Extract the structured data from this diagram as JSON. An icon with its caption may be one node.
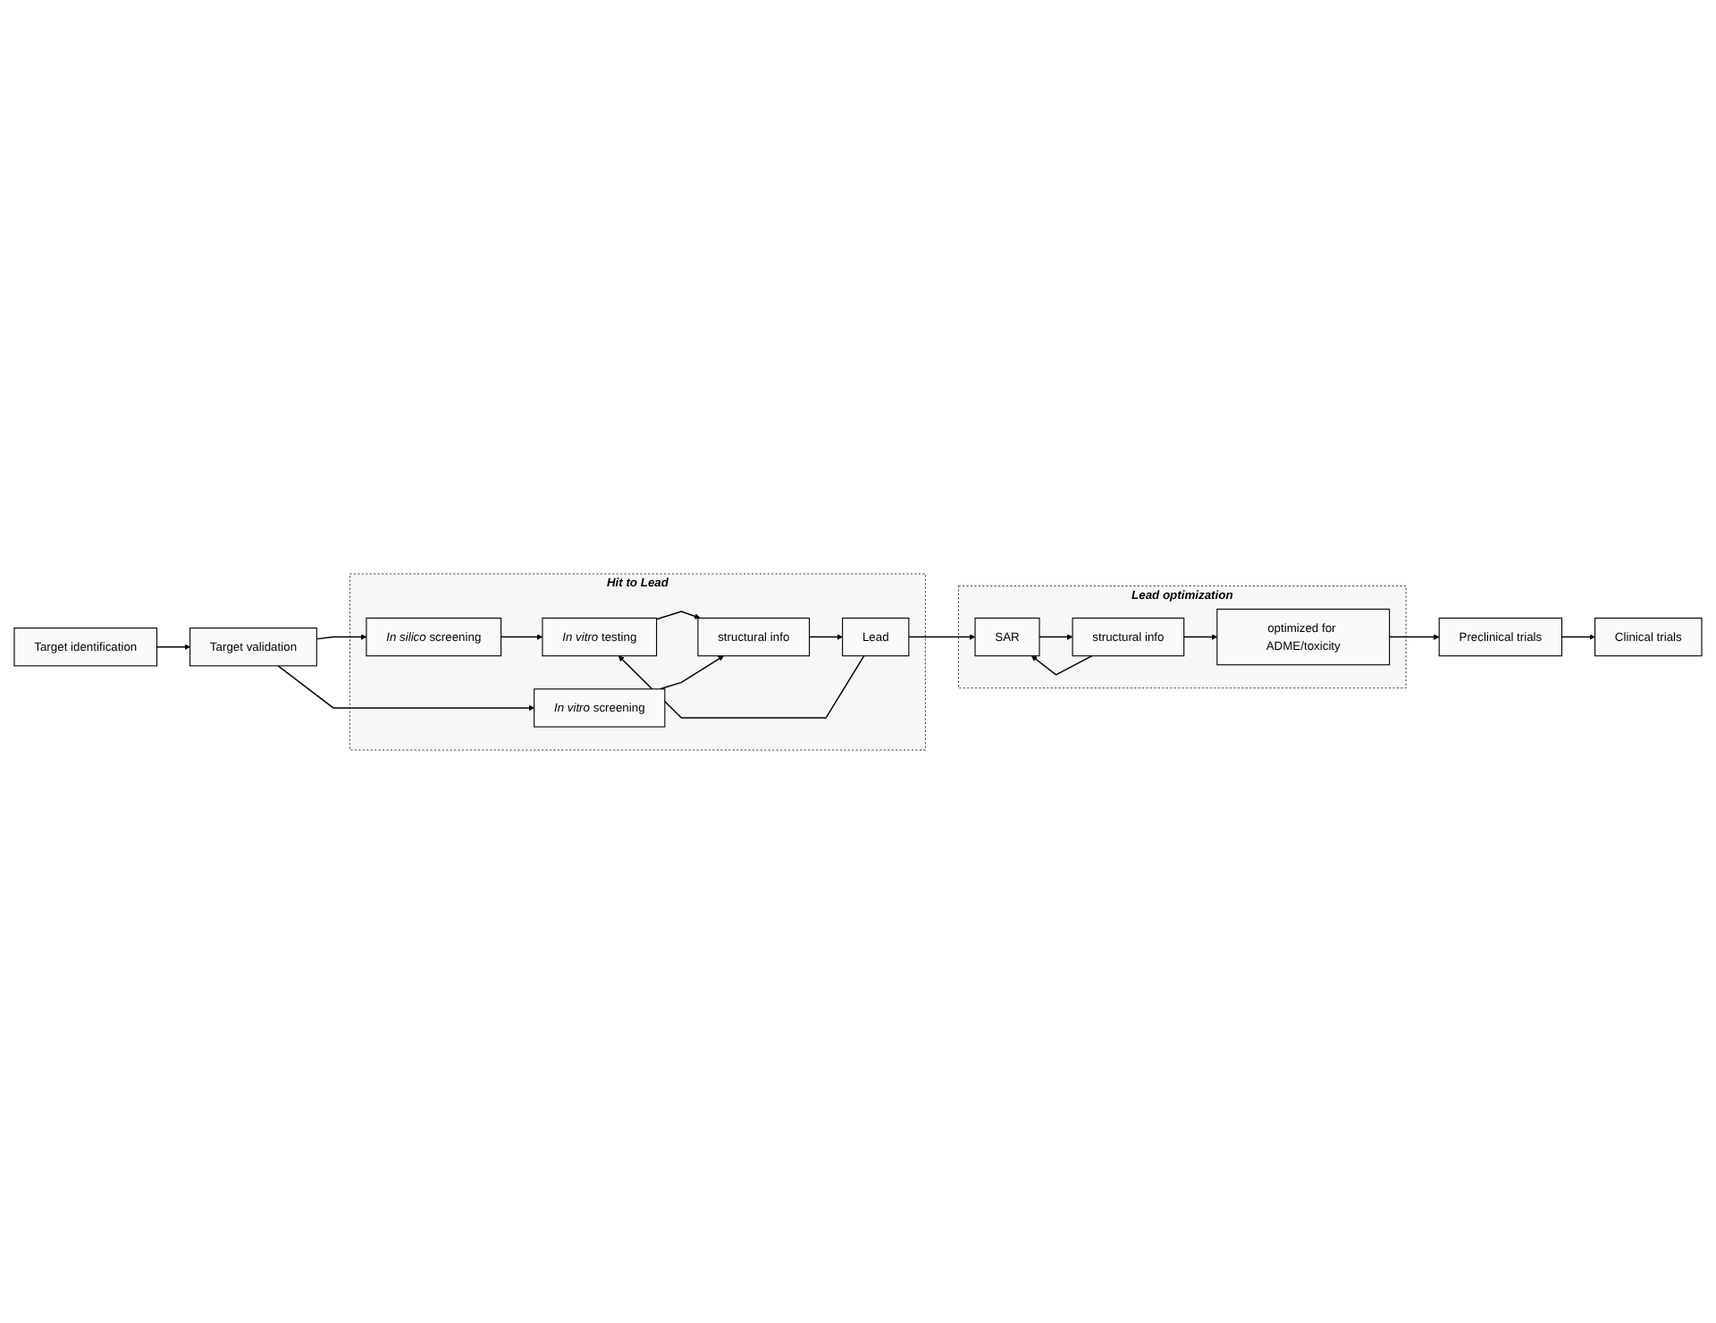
{
  "diagram": {
    "nodes": [
      {
        "text": [
          "Target identification"
        ]
      },
      {
        "text": [
          "Target validation"
        ]
      },
      {
        "text": [
          "Hit to Lead"
        ]
      },
      {
        "text": [
          "*In silico* screening"
        ],
        "in": 2
      },
      {
        "text": [
          "*In vitro* testing"
        ],
        "in": 2
      },
      {
        "text": [
          "*In vitro* screening"
        ],
        "in": 2
      },
      {
        "text": [
          "structural info"
        ],
        "in": 2
      },
      {
        "text": [
          "Lead"
        ],
        "in": 2
      },
      {
        "text": [
          "Clinical trials"
        ]
      },
      {
        "text": [
          "Lead optimization"
        ]
      },
      {
        "text": [
          "optimized for ADME/toxicity"
        ],
        "in": 9
      },
      {
        "text": [
          "structural info"
        ],
        "in": 9
      },
      {
        "text": [
          "SAR"
        ],
        "in": 9
      },
      {
        "text": [
          "Preclinical trials"
        ]
      }
    ],
    "edges": [
      {
        "from": 0,
        "to": 1,
        "arrow": "to"
      },
      {
        "from": 1,
        "to": 3,
        "arrow": "to"
      },
      {
        "from": 1,
        "to": 5,
        "arrow": "to"
      },
      {
        "from": 3,
        "to": 4,
        "arrow": "to"
      },
      {
        "from": 7,
        "to": 4,
        "arrow": "to"
      },
      {
        "from": 4,
        "to": 6,
        "arrow": "to"
      },
      {
        "from": 5,
        "to": 6,
        "arrow": "to"
      },
      {
        "from": 6,
        "to": 7,
        "arrow": "to"
      },
      {
        "from": 7,
        "to": 12,
        "arrow": "to"
      },
      {
        "from": 11,
        "to": 12,
        "arrow": "to"
      },
      {
        "from": 12,
        "to": 11,
        "arrow": "to"
      },
      {
        "from": 11,
        "to": 10,
        "arrow": "to"
      },
      {
        "from": 10,
        "to": 13,
        "arrow": "to"
      },
      {
        "from": 13,
        "to": 8,
        "arrow": "to"
      }
    ]
  }
}
